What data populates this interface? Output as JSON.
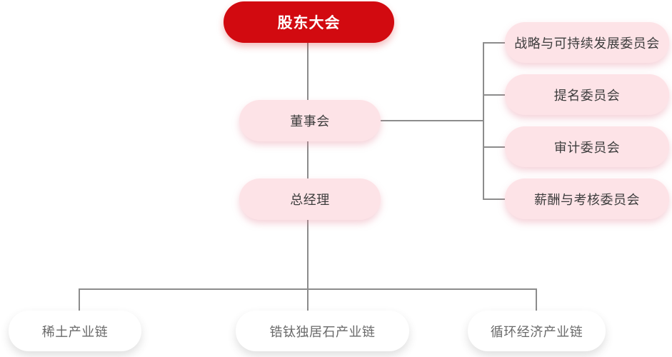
{
  "orgchart": {
    "root": {
      "label": "股东大会"
    },
    "board": {
      "label": "董事会"
    },
    "general_manager": {
      "label": "总经理"
    },
    "committees": [
      {
        "label": "战略与可持续发展委员会"
      },
      {
        "label": "提名委员会"
      },
      {
        "label": "审计委员会"
      },
      {
        "label": "薪酬与考核委员会"
      }
    ],
    "industry_chains": [
      {
        "label": "稀土产业链"
      },
      {
        "label": "锆钛独居石产业链"
      },
      {
        "label": "循环经济产业链"
      }
    ],
    "colors": {
      "root_bg": "#d20a10",
      "root_text": "#ffffff",
      "branch_bg": "#fde3e7",
      "branch_text": "#3d3d3d",
      "leaf_bg": "#ffffff",
      "leaf_text": "#6a6a6a",
      "connector": "#8c8c8c"
    }
  }
}
